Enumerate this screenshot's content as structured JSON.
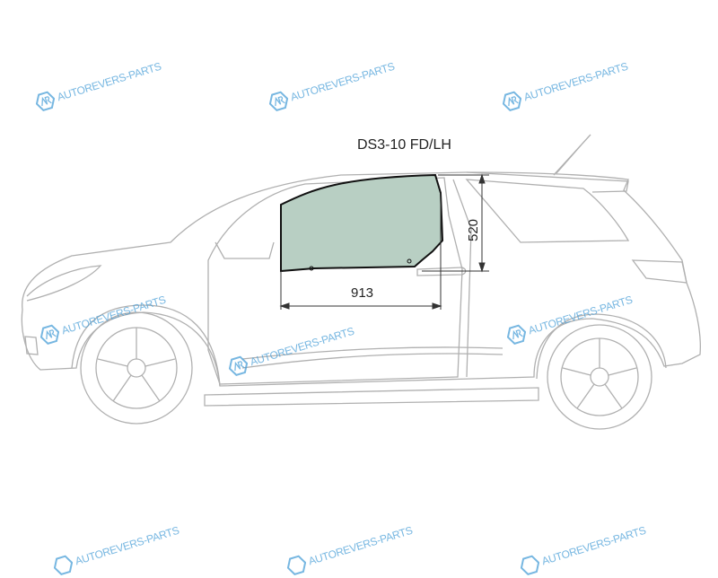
{
  "diagram": {
    "title": "DS3-10 FD/LH",
    "width_dimension": "913",
    "height_dimension": "520",
    "glass_color": "#b8cfc3",
    "outline_color": "#b0b0b0"
  },
  "watermark": {
    "text": "AUTOREVERS-PARTS",
    "logo_text": "AR",
    "color": "#4a9fd8"
  }
}
